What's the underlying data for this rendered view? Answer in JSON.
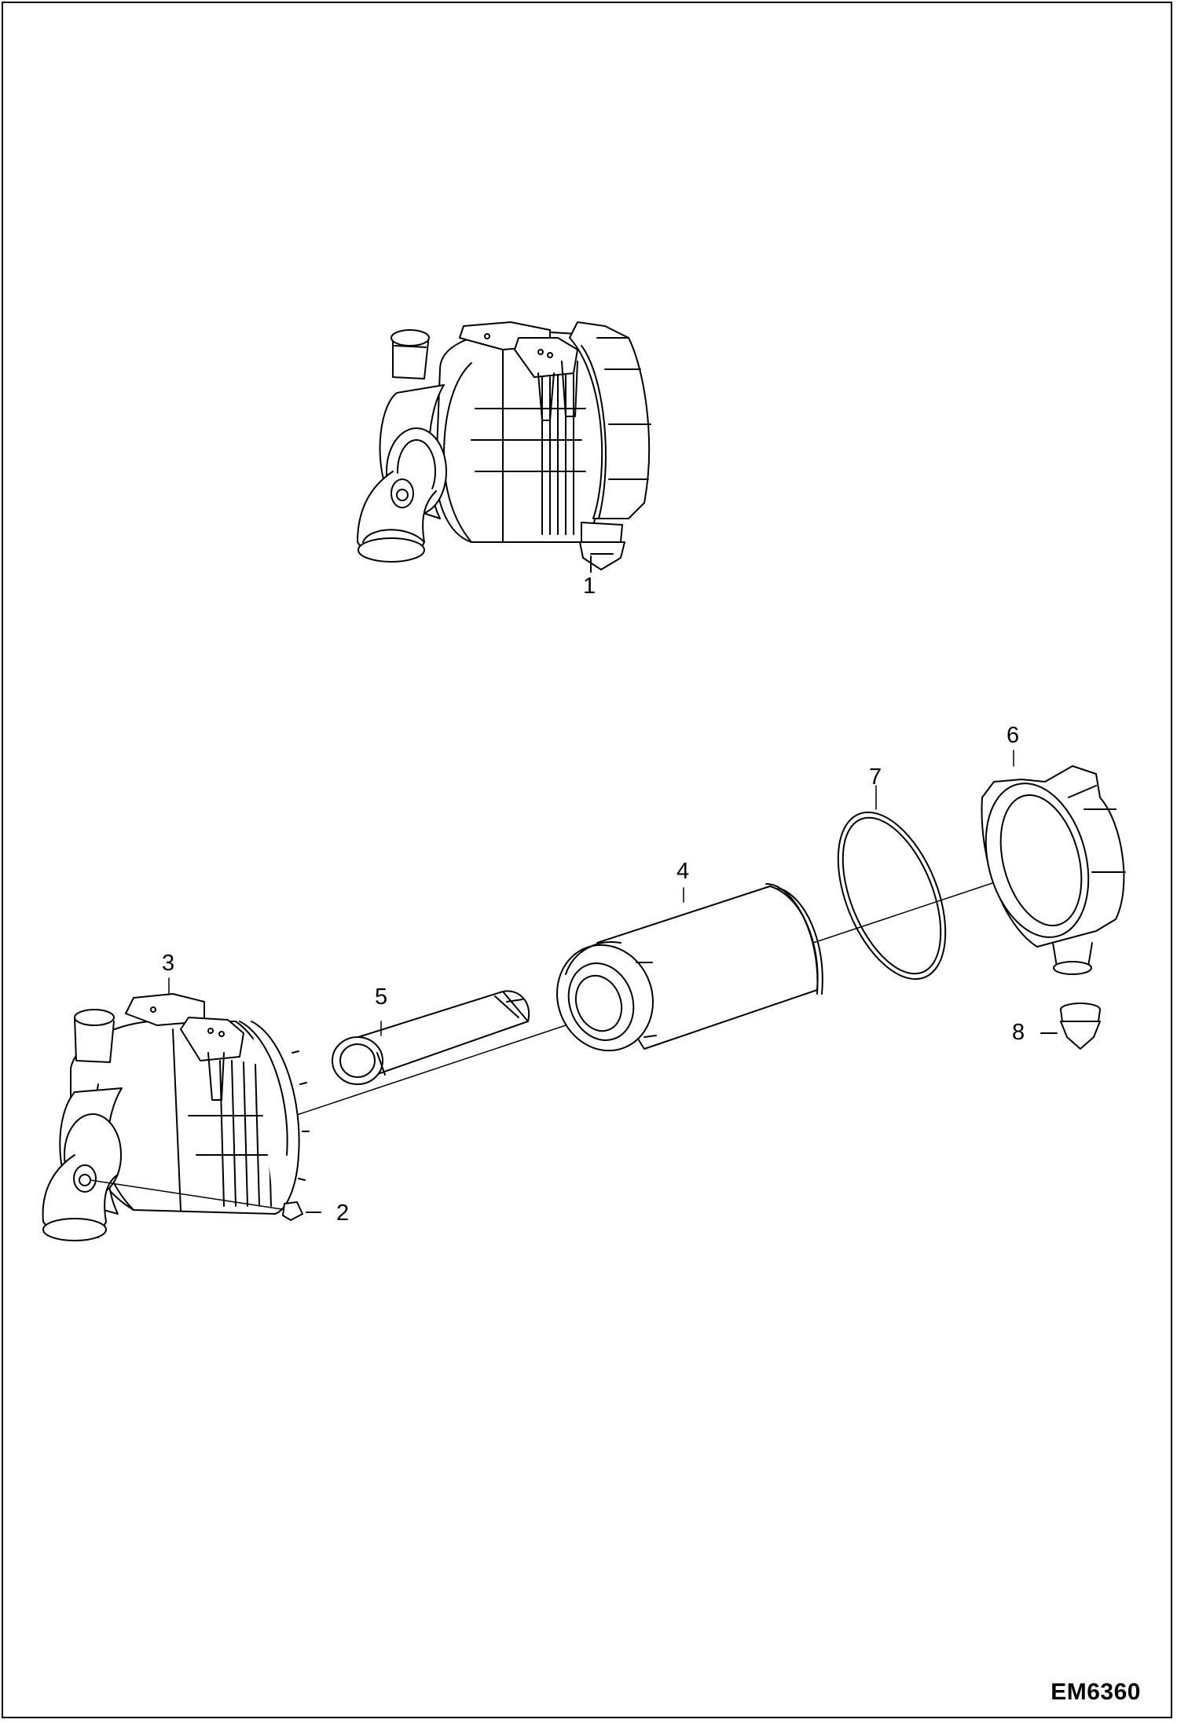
{
  "diagram": {
    "drawing_code": "EM6360",
    "callouts": [
      {
        "id": "1",
        "label": "1"
      },
      {
        "id": "2",
        "label": "2"
      },
      {
        "id": "3",
        "label": "3"
      },
      {
        "id": "4",
        "label": "4"
      },
      {
        "id": "5",
        "label": "5"
      },
      {
        "id": "6",
        "label": "6"
      },
      {
        "id": "7",
        "label": "7"
      },
      {
        "id": "8",
        "label": "8"
      }
    ],
    "colors": {
      "line": "#000000",
      "fill": "#ffffff",
      "shade": "#e8e8e8"
    }
  }
}
